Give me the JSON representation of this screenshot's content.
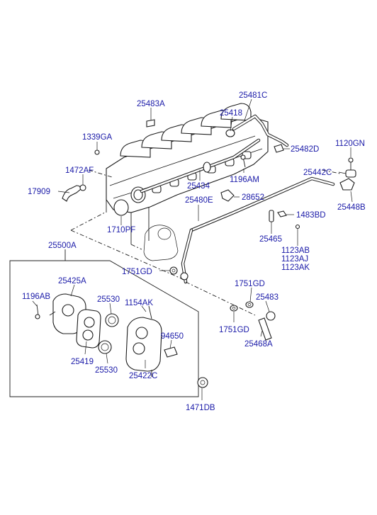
{
  "diagram": {
    "labels": {
      "p25481C": "25481C",
      "p25483A": "25483A",
      "p25418": "25418",
      "p1339GA": "1339GA",
      "p25482D": "25482D",
      "p1120GN": "1120GN",
      "p1472AF": "1472AF",
      "p25442C": "25442C",
      "p1196AM": "1196AM",
      "p17909": "17909",
      "p25434": "25434",
      "p28652": "28652",
      "p25448B": "25448B",
      "p25480E": "25480E",
      "p1483BD": "1483BD",
      "p1710PF": "1710PF",
      "p25465": "25465",
      "p25500A": "25500A",
      "p1123AB": "1123AB",
      "p1123AJ": "1123AJ",
      "p1123AK": "1123AK",
      "p1751GD_a": "1751GD",
      "p25425A": "25425A",
      "p1751GD_b": "1751GD",
      "p1196AB": "1196AB",
      "p25530_a": "25530",
      "p1154AK": "1154AK",
      "p25483": "25483",
      "p1751GD_c": "1751GD",
      "p94650": "94650",
      "p25468A": "25468A",
      "p25419": "25419",
      "p25530_b": "25530",
      "p25422C": "25422C",
      "p1471DB": "1471DB"
    }
  }
}
